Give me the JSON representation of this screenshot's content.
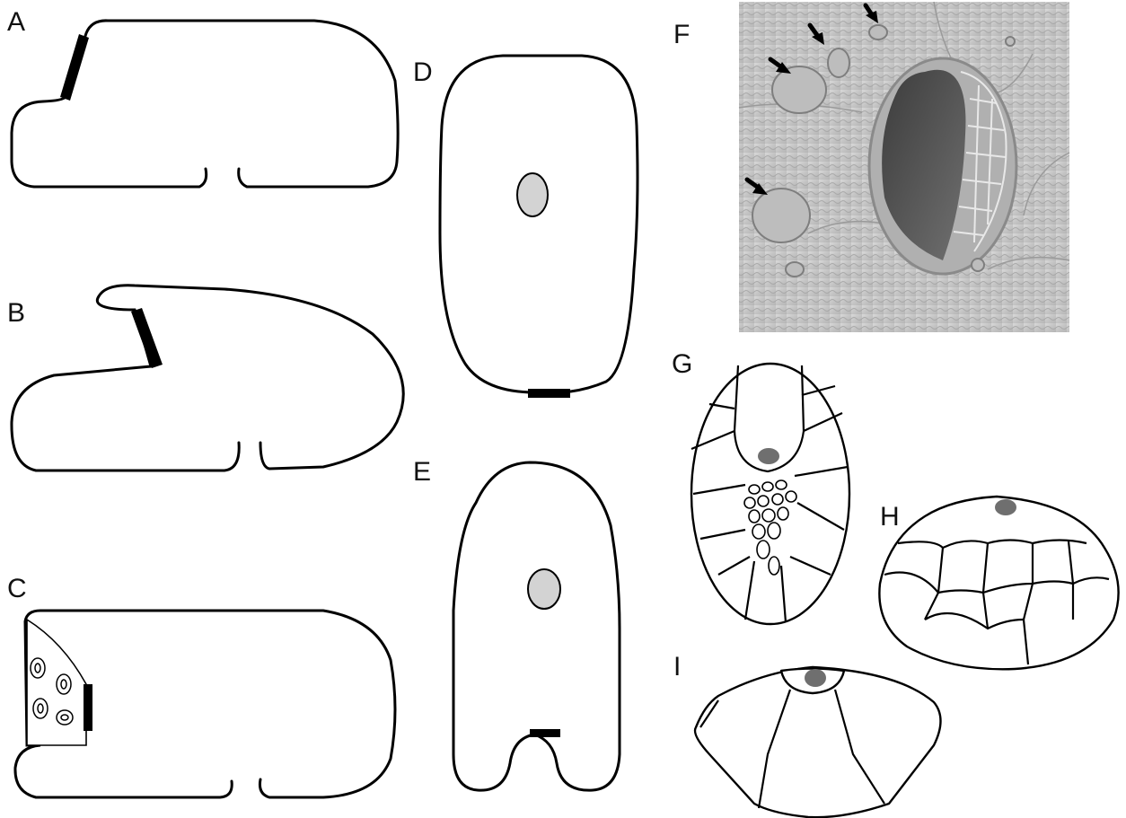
{
  "figure": {
    "panel_labels": {
      "a": "A",
      "b": "B",
      "c": "C",
      "d": "D",
      "e": "E",
      "f": "F",
      "g": "G",
      "h": "H",
      "i": "I"
    },
    "colors": {
      "outline": "#000000",
      "nucleus": "#d3d3d3",
      "dot": "#6f6f6f",
      "micrograph": "#c8c8c8",
      "cavity": "#555555"
    }
  }
}
